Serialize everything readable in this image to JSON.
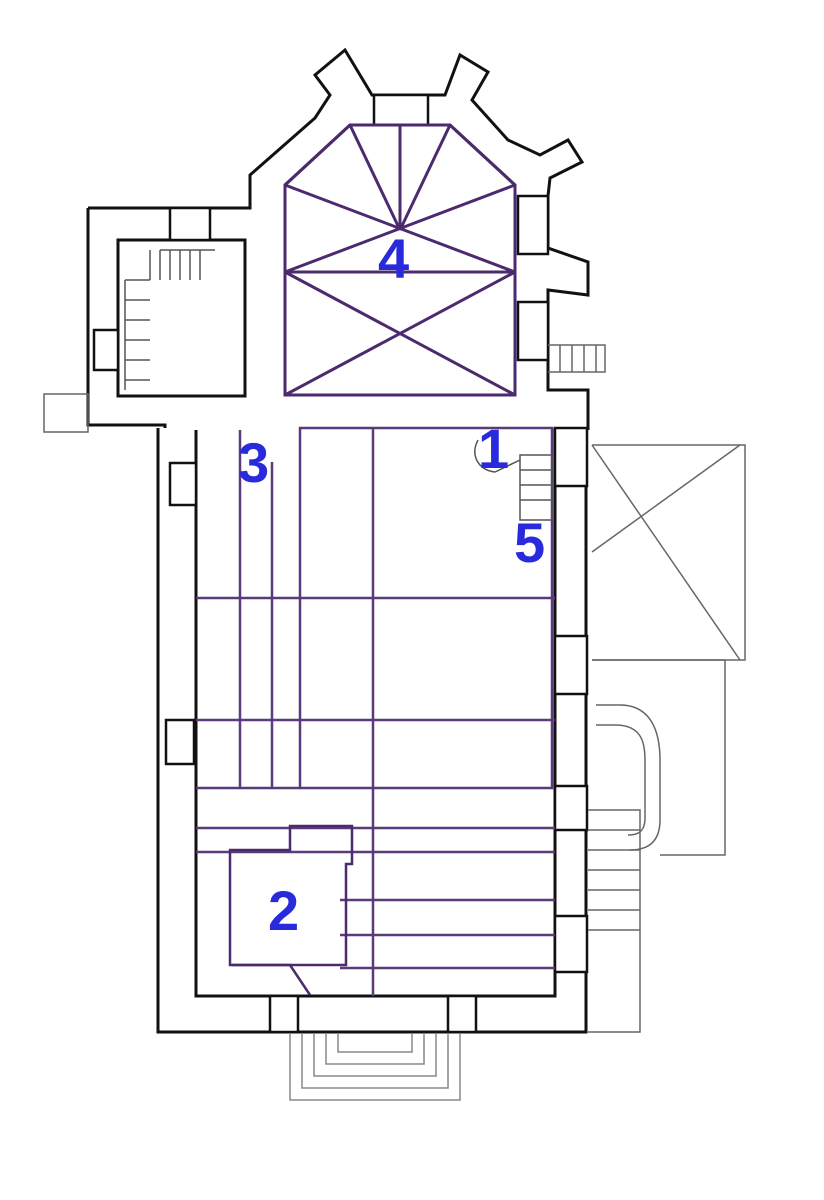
{
  "colors": {
    "wall": "#111111",
    "wall_fill": "#ffffff",
    "vault": "#4b2a6e",
    "beam": "#5a3a7a",
    "annex": "#666666",
    "label": "#2a2add"
  },
  "labels": {
    "n1": "1",
    "n2": "2",
    "n3": "3",
    "n4": "4",
    "n5": "5"
  }
}
